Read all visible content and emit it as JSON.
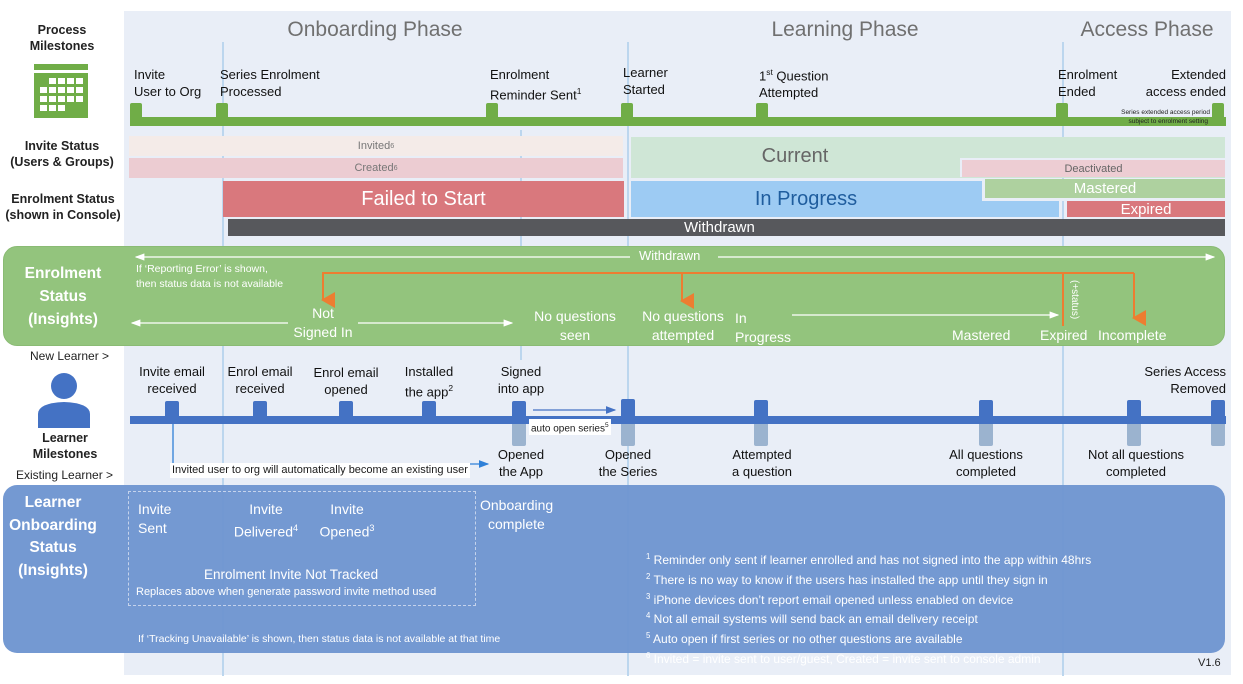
{
  "row_labels": {
    "process_milestones": "Process Milestones",
    "invite_status": "Invite Status",
    "invite_status_sub": "(Users & Groups)",
    "enrolment_status": "Enrolment Status",
    "enrolment_status_sub": "(shown in Console)",
    "enrolment_insights_1": "Enrolment",
    "enrolment_insights_2": "Status",
    "enrolment_insights_3": "(Insights)",
    "new_learner": "New Learner >",
    "learner_milestones_1": "Learner",
    "learner_milestones_2": "Milestones",
    "existing_learner": "Existing Learner >",
    "onboarding_1": "Learner",
    "onboarding_2": "Onboarding",
    "onboarding_3": "Status",
    "onboarding_4": "(Insights)"
  },
  "phases": {
    "onboarding": "Onboarding Phase",
    "learning": "Learning Phase",
    "access": "Access Phase"
  },
  "process_milestones": [
    {
      "line1": "Invite",
      "line2": "User to Org"
    },
    {
      "line1": "Series Enrolment",
      "line2": "Processed"
    },
    {
      "line1": "Enrolment",
      "line2": "Reminder Sent",
      "sup": "1"
    },
    {
      "line1": "Learner",
      "line2": "Started"
    },
    {
      "line1_pre": "1",
      "line1_sup": "st",
      "line1": " Question",
      "line2": "Attempted"
    },
    {
      "line1": "Enrolment",
      "line2": "Ended"
    },
    {
      "line1": "Extended",
      "line2": "access ended"
    }
  ],
  "extended_note_1": "Series extended access period",
  "extended_note_2": "subject to enrolment setting",
  "invite_status": {
    "invited": "Invited",
    "invited_sup": "6",
    "created": "Created",
    "created_sup": "6",
    "current": "Current",
    "deactivated": "Deactivated"
  },
  "enrolment_console": {
    "failed": "Failed to Start",
    "in_progress": "In Progress",
    "mastered": "Mastered",
    "expired": "Expired",
    "withdrawn": "Withdrawn"
  },
  "enrolment_insights": {
    "withdrawn": "Withdrawn",
    "reporting_note_1": "If ‘Reporting Error’ is shown,",
    "reporting_note_2": "then status data is not available",
    "not_signed_in_1": "Not",
    "not_signed_in_2": "Signed In",
    "no_q_seen_1": "No questions",
    "no_q_seen_2": "seen",
    "no_q_attempted_1": "No questions",
    "no_q_attempted_2": "attempted",
    "in_progress_1": "In",
    "in_progress_2": "Progress",
    "mastered": "Mastered",
    "expired": "Expired",
    "incomplete": "Incomplete",
    "plus_status": "(+status)"
  },
  "learner_milestones_top": [
    {
      "line1": "Invite email",
      "line2": "received"
    },
    {
      "line1": "Enrol email",
      "line2": "received"
    },
    {
      "line1": "Enrol email",
      "line2": "opened"
    },
    {
      "line1": "Installed",
      "line2": "the app",
      "sup": "2"
    },
    {
      "line1": "Signed",
      "line2": "into app"
    },
    {
      "line1": "Series Access",
      "line2": "Removed"
    }
  ],
  "learner_milestones_bottom": [
    {
      "line1": "Opened",
      "line2": "the App"
    },
    {
      "line1": "Opened",
      "line2": "the Series"
    },
    {
      "line1": "Attempted",
      "line2": "a question"
    },
    {
      "line1": "All questions",
      "line2": "completed"
    },
    {
      "line1": "Not all questions",
      "line2": "completed"
    }
  ],
  "auto_open": "auto open series",
  "auto_open_sup": "5",
  "invited_note": "Invited user to org will automatically become an existing user",
  "onboarding": {
    "invite_sent_1": "Invite",
    "invite_sent_2": "Sent",
    "invite_delivered_1": "Invite",
    "invite_delivered_2": "Delivered",
    "invite_delivered_sup": "4",
    "invite_opened_1": "Invite",
    "invite_opened_2": "Opened",
    "invite_opened_sup": "3",
    "not_tracked": "Enrolment Invite Not Tracked",
    "replaces": "Replaces above when generate password invite method used",
    "complete_1": "Onboarding",
    "complete_2": "complete",
    "tracking_note": "If ‘Tracking Unavailable’ is shown, then status data is not available at that time"
  },
  "footnotes": [
    {
      "num": "1",
      "text": " Reminder only sent if learner enrolled and has not signed into the app within 48hrs"
    },
    {
      "num": "2",
      "text": " There is no way to know if the users has installed the app until they sign in"
    },
    {
      "num": "3",
      "text": " iPhone devices don’t report email opened unless enabled on device"
    },
    {
      "num": "4",
      "text": " Not all email systems will send back an email delivery receipt"
    },
    {
      "num": "5",
      "text": " Auto open if first series or no other questions are available"
    },
    {
      "num": "6",
      "text": " Invited = invite sent to user/guest, Created = invite sent to console admin"
    }
  ],
  "version": "V1.6",
  "colors": {
    "milestone_green": "#70ad47",
    "insights_green": "#93c47d",
    "learner_blue": "#4472c4",
    "onboarding_blue": "#7096d1",
    "failed_red": "#d9787d",
    "in_progress_blue": "#9dcbf3",
    "current_green": "#cfe6d6",
    "deactivated_pink": "#edcdd3",
    "withdrawn_dark": "#57585c",
    "arrow_orange": "#ed7d31"
  }
}
